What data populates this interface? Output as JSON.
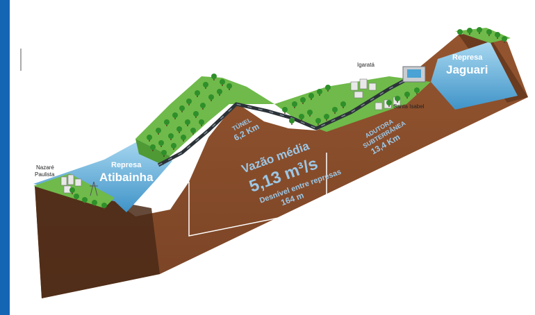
{
  "colors": {
    "frame_bar": "#1565b5",
    "earth": "#8a4e2b",
    "earth_dark": "#4a2a18",
    "earth_front": "#6b3b20",
    "grass": "#6fba4a",
    "grass_dark": "#4f9a35",
    "water": "#4aa3d4",
    "water_light": "#a8d8f0",
    "tree": "#2f8f2a",
    "pipe": "#2b3238",
    "label_blue": "#9cc7e6"
  },
  "labels": {
    "nazare": [
      "Nazaré",
      "Paulista"
    ],
    "igarata": "Igaratá",
    "santa_isabel": "Santa Isabel",
    "represa_atibainha": {
      "line1": "Represa",
      "line2": "Atibainha"
    },
    "represa_jaguari": {
      "line1": "Represa",
      "line2": "Jaguari"
    },
    "tunel": {
      "line1": "TÚNEL",
      "line2": "6,2 Km"
    },
    "adutora": {
      "line1": "ADUTORA",
      "line2": "SUBTERRÂNEA",
      "line3": "13,4 Km"
    },
    "vazao": {
      "line1": "Vazão média",
      "line2": "5,13 m³/s"
    },
    "desnivel": {
      "line1": "Desnível entre represas",
      "line2": "164 m"
    }
  },
  "icons": {
    "trees": "tree-icon",
    "buildings": "building-icon",
    "pipeline": "pipeline-icon",
    "pylon": "power-pylon-icon"
  }
}
